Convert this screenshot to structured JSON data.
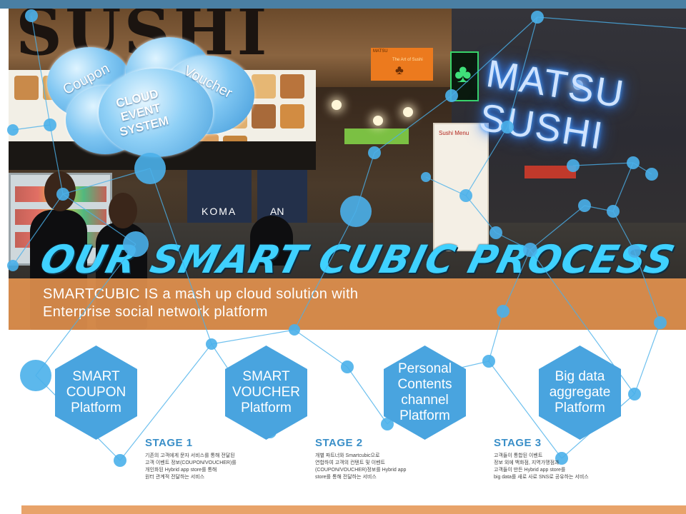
{
  "slide": {
    "title": "OUR SMART CUBIC PROCESS",
    "subtitle_line1": "SMARTCUBIC IS a mash up cloud solution with",
    "subtitle_line2": "Enterprise social network platform"
  },
  "cloud": {
    "left": "Coupon",
    "right": "Voucher",
    "center_line1": "CLOUD",
    "center_line2": "EVENT",
    "center_line3": "SYSTEM"
  },
  "photo_signs": {
    "sushi_dark": "SUSHI",
    "matsu": "MATSU SUSHI",
    "art_logo_top": "MATSU",
    "art_logo_sub": "The Art of Sushi",
    "menu_panel": "Sushi Menu",
    "noren_left": "KOMA",
    "noren_right": "AN"
  },
  "platforms": [
    {
      "label": "SMART\nCOUPON\nPlatform"
    },
    {
      "label": "SMART\nVOUCHER\nPlatform"
    },
    {
      "label": "Personal\nContents\nchannel\nPlatform"
    },
    {
      "label": "Big data\naggregate\nPlatform"
    }
  ],
  "stages": [
    {
      "label": "STAGE 1",
      "desc": "기존의 고객에게 문자 서비스를 통해 전달된\n고객 이벤트 정보(COUPON/VOUCHER)를\n개인화된 Hybrid app store를 통해\n원터 관계적 전달하는 서비스"
    },
    {
      "label": "STAGE 2",
      "desc": "개별 파트너와 Smartcubic으로\n연합하여 고객의 컨텐트 및 이벤트\n(COUPON/VOUCHER)정보를 Hybrid app\nstore를 통해 전달하는 서비스"
    },
    {
      "label": "STAGE 3",
      "desc": "고객들이 통합된 이벤트\n정보 외에 백화점, 지역가맹점과\n고객들이 만든 Hybrid app store를\nbig data를 새로 사로 SNS로 공유하는 서비스"
    }
  ],
  "colors": {
    "accent_blue": "#49a4df",
    "title_cyan": "#3fd1ff",
    "band_orange": "#ea9650",
    "top_strip": "#4a7fa3"
  }
}
